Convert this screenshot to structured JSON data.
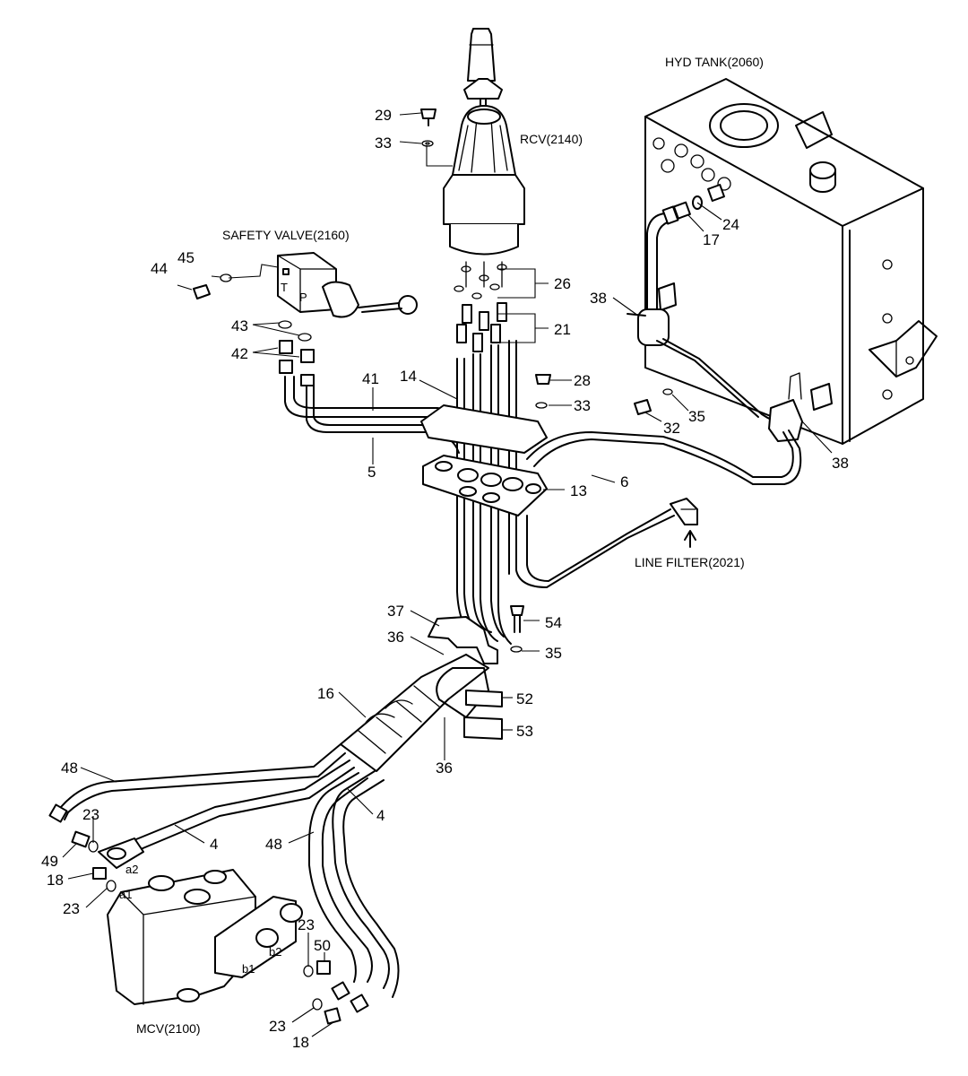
{
  "components": {
    "hyd_tank": "HYD TANK(2060)",
    "rcv": "RCV(2140)",
    "safety_valve": "SAFETY VALVE(2160)",
    "line_filter": "LINE FILTER(2021)",
    "mcv": "MCV(2100)"
  },
  "ports": {
    "t": "T",
    "p": "P",
    "a1": "a1",
    "a2": "a2",
    "b1": "b1",
    "b2": "b2"
  },
  "callouts": {
    "c29": "29",
    "c33a": "33",
    "c45": "45",
    "c44": "44",
    "c43": "43",
    "c42": "42",
    "c41": "41",
    "c14": "14",
    "c5": "5",
    "c26": "26",
    "c21": "21",
    "c28": "28",
    "c33b": "33",
    "c13": "13",
    "c6": "6",
    "c38a": "38",
    "c24": "24",
    "c17": "17",
    "c35a": "35",
    "c32": "32",
    "c38b": "38",
    "c37": "37",
    "c54": "54",
    "c36a": "36",
    "c35b": "35",
    "c16": "16",
    "c52": "52",
    "c53": "53",
    "c36b": "36",
    "c48a": "48",
    "c4a": "4",
    "c4b": "4",
    "c48b": "48",
    "c23a": "23",
    "c49": "49",
    "c18a": "18",
    "c23b": "23",
    "c23c": "23",
    "c50": "50",
    "c23d": "23",
    "c18b": "18"
  }
}
